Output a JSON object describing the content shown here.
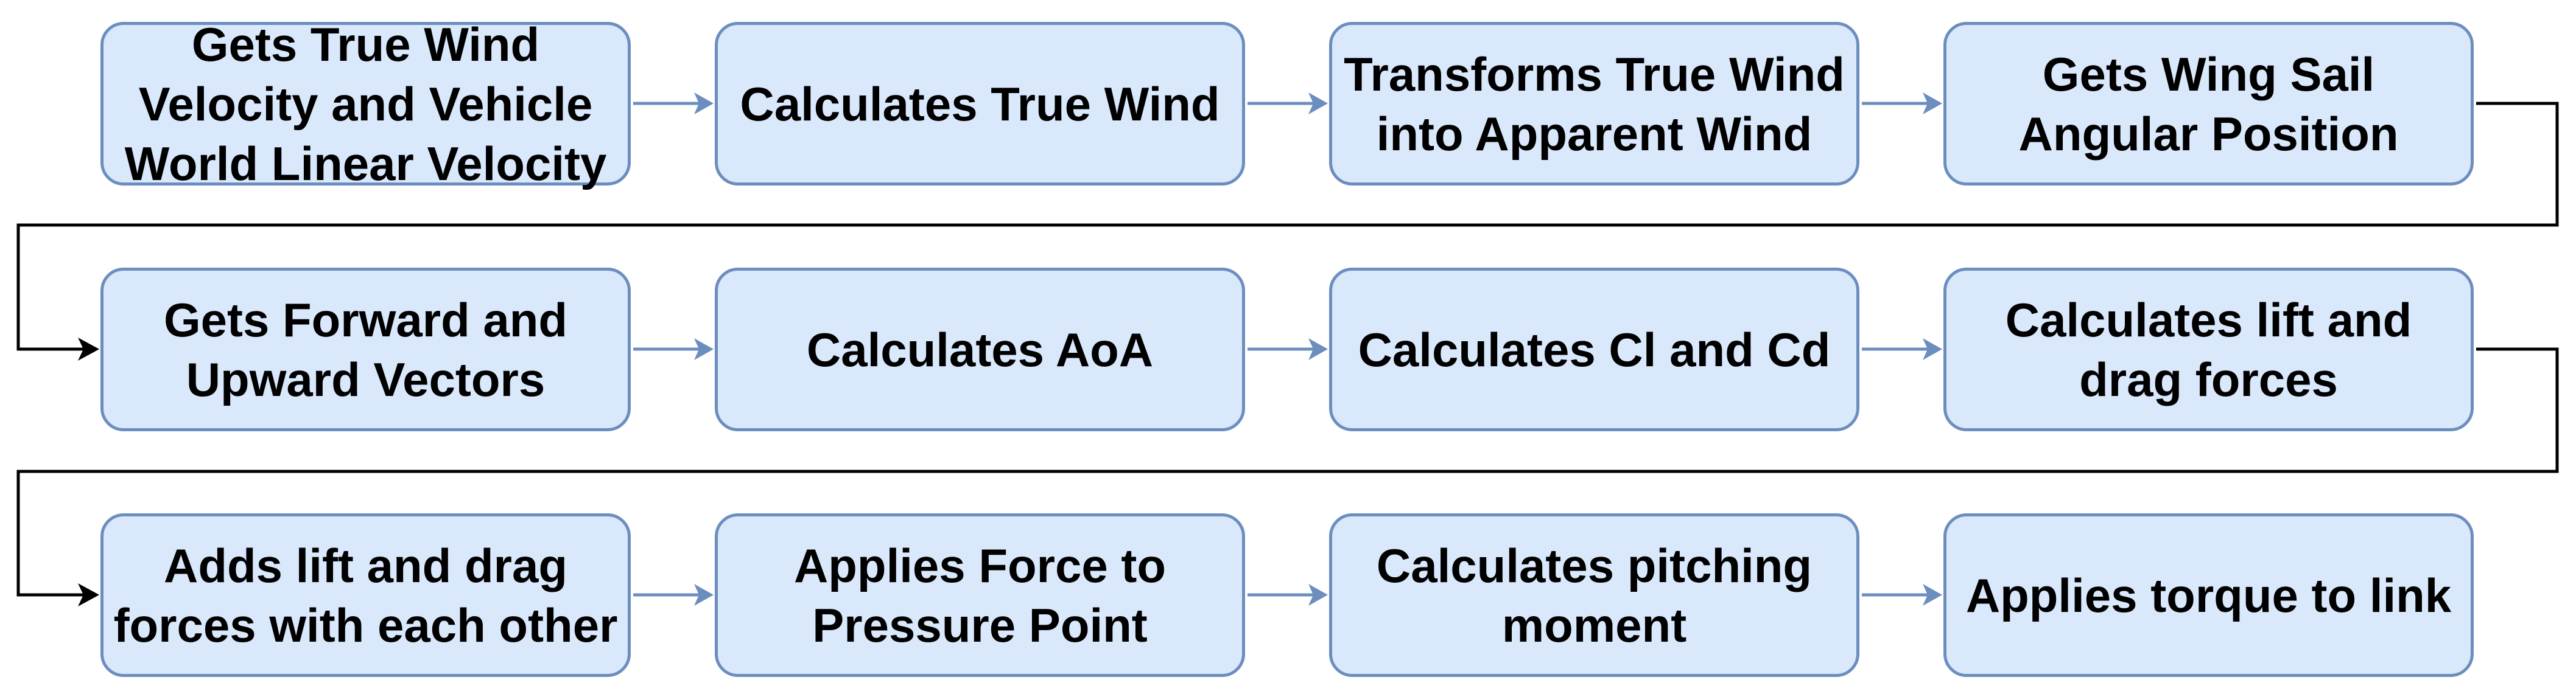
{
  "colors": {
    "node_fill": "#dae8fc",
    "node_border": "#6c8ebf",
    "connector": "#000000"
  },
  "rows": [
    {
      "nodes": [
        "Gets True Wind Velocity and Vehicle World Linear Velocity",
        "Calculates True Wind",
        "Transforms True Wind into Apparent Wind",
        "Gets Wing Sail Angular Position"
      ]
    },
    {
      "nodes": [
        "Gets Forward and Upward Vectors",
        "Calculates AoA",
        "Calculates Cl and Cd",
        "Calculates lift and drag forces"
      ]
    },
    {
      "nodes": [
        "Adds lift and drag forces with each other",
        "Applies Force to Pressure Point",
        "Calculates pitching moment",
        "Applies torque to link"
      ]
    }
  ]
}
